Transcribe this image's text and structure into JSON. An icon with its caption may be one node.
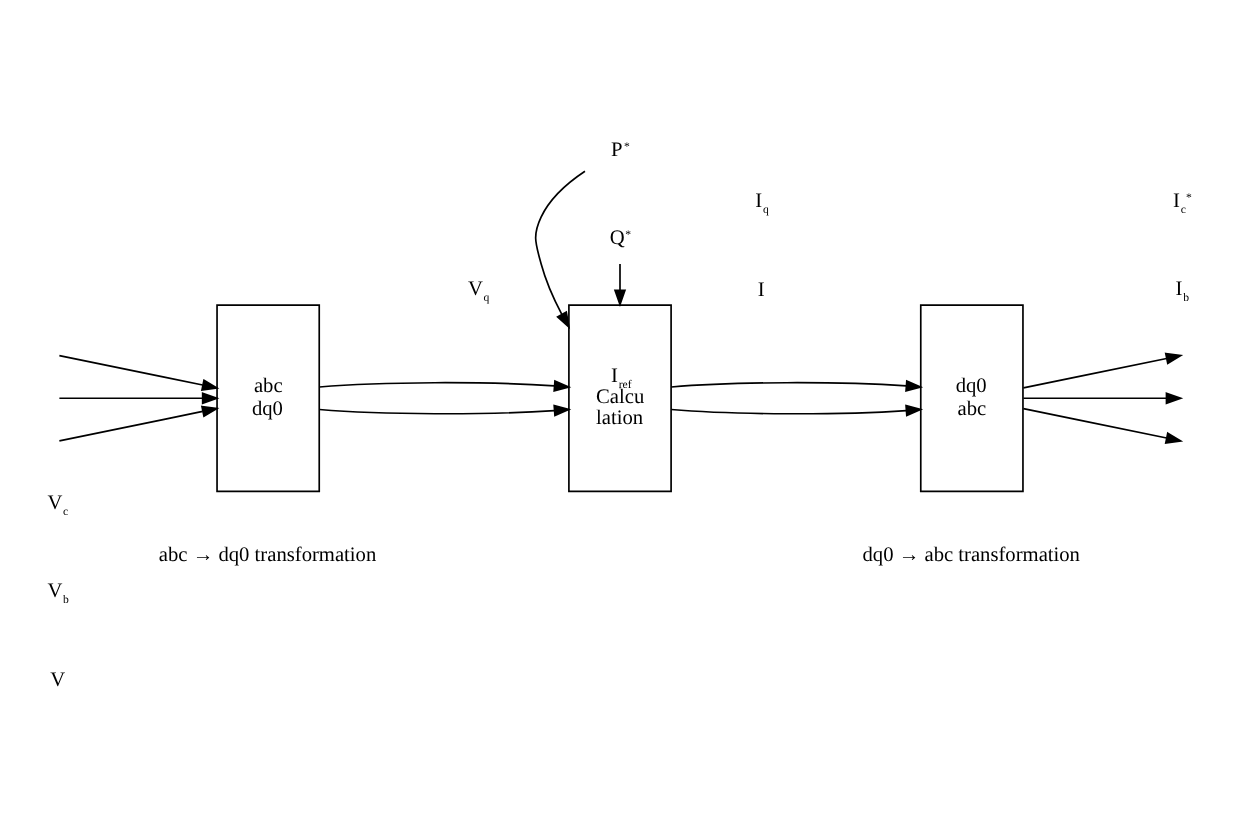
{
  "diagram": {
    "nodes": [
      {
        "text": [
          "abc",
          "dq0"
        ]
      },
      {
        "text": [
          "P$^{*}$"
        ]
      },
      {
        "text": [
          "Q$^{*}$"
        ]
      },
      {
        "text": [
          "I$_{ref}$",
          "Calcu lation"
        ]
      },
      {
        "text": [
          "dq0",
          "abc"
        ]
      }
    ],
    "edges": [
      {
        "from": null,
        "to": 0,
        "arrow": "to"
      },
      {
        "from": null,
        "to": 0,
        "arrow": "to"
      },
      {
        "from": null,
        "to": 0,
        "arrow": "to"
      },
      {
        "from": 0,
        "to": 3,
        "arrow": "to"
      },
      {
        "from": 0,
        "to": 3,
        "arrow": "to"
      },
      {
        "from": 1,
        "to": 3,
        "arrow": "to"
      },
      {
        "from": 2,
        "to": 3,
        "arrow": "to"
      },
      {
        "from": 3,
        "to": 4,
        "arrow": "to"
      },
      {
        "from": 3,
        "to": 4,
        "arrow": "to"
      },
      {
        "from": 4,
        "to": null,
        "arrow": "to"
      },
      {
        "from": 4,
        "to": null,
        "arrow": "to"
      },
      {
        "from": 4,
        "to": null,
        "arrow": "to"
      }
    ],
    "labels": [
      "abc → dq0 transformation",
      "dq0 → abc transformation",
      "V",
      "V$_{b}$",
      "V$_{c}$",
      "V$_{q}$",
      "I",
      "I$_{q}$",
      "I$_{b}$",
      "I$_{c}$$^{*}$"
    ]
  }
}
